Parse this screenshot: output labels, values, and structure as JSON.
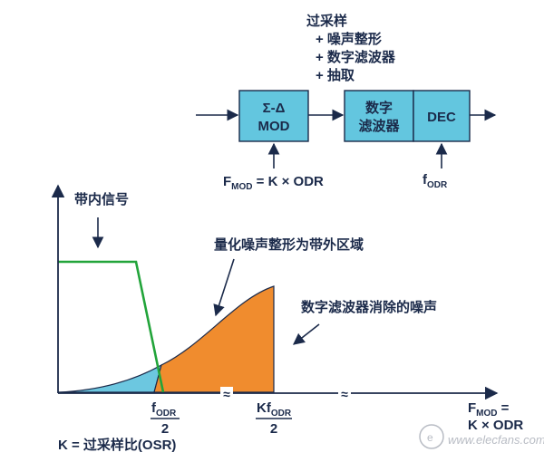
{
  "features": {
    "title": "过采样",
    "items": [
      "+ 噪声整形",
      "+ 数字滤波器",
      "+ 抽取"
    ]
  },
  "blocks": {
    "modulator_line1": "Σ-Δ",
    "modulator_line2": "MOD",
    "filter_line1": "数字",
    "filter_line2": "滤波器",
    "decimator": "DEC"
  },
  "labels": {
    "fmod_main": "F",
    "fmod_sub": "MOD",
    "fmod_rest": " = K × ODR",
    "fodr_main": "f",
    "fodr_sub": "ODR"
  },
  "annotations": {
    "inband_signal": "带内信号",
    "shaped_noise": "量化噪声整形为带外区域",
    "filtered_noise": "数字滤波器消除的噪声"
  },
  "axis": {
    "tick1_main": "f",
    "tick1_sub": "ODR",
    "tick1_den": "2",
    "tick2_main": "Kf",
    "tick2_sub": "ODR",
    "tick2_den": "2",
    "end_line1": "F",
    "end_line1_sub": "MOD",
    "end_line1_rest": " =",
    "end_line2": "K × ODR",
    "break_mark": "≈"
  },
  "footnote": "K = 过采样比(OSR)",
  "watermark": "www.elecfans.com",
  "colors": {
    "block_fill": "#63c6df",
    "signal_line": "#22a43a",
    "noise_orange": "#f08c2e",
    "noise_blue": "#6cc7e0",
    "text": "#1b2a4a"
  }
}
